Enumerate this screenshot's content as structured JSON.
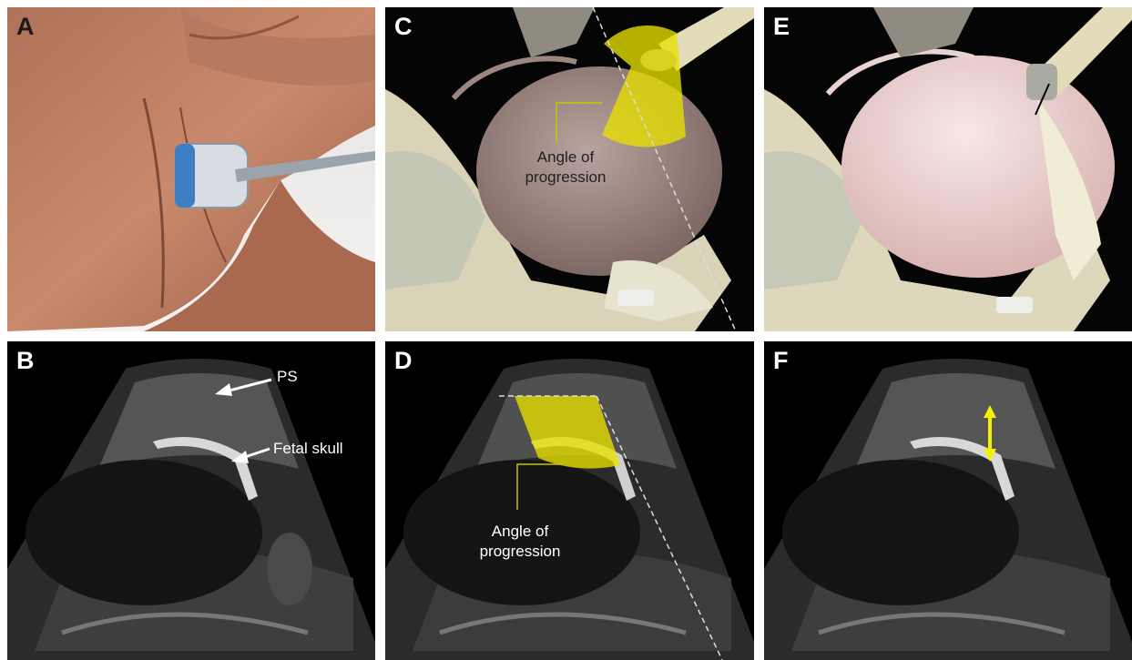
{
  "figure": {
    "panels": [
      {
        "letter": "A",
        "content": "3D illustration of transperineal ultrasound probe placement"
      },
      {
        "letter": "B",
        "content": "Transperineal ultrasound image",
        "annotations": [
          "PS",
          "Fetal skull"
        ]
      },
      {
        "letter": "C",
        "content": "3D illustration of pelvis and fetal head with measured angle",
        "annotations": [
          "Angle of\nprogression"
        ]
      },
      {
        "letter": "D",
        "content": "Transperineal ultrasound image with angle overlay",
        "annotations": [
          "Angle of\nprogression"
        ]
      },
      {
        "letter": "E",
        "content": "3D illustration of pelvis and fetal head with distance marker"
      },
      {
        "letter": "F",
        "content": "Transperineal ultrasound image with distance arrow"
      }
    ],
    "colors": {
      "highlight": "#e8e000",
      "arrow": "#f2f200",
      "ultrasound_bg": "#000000"
    }
  }
}
